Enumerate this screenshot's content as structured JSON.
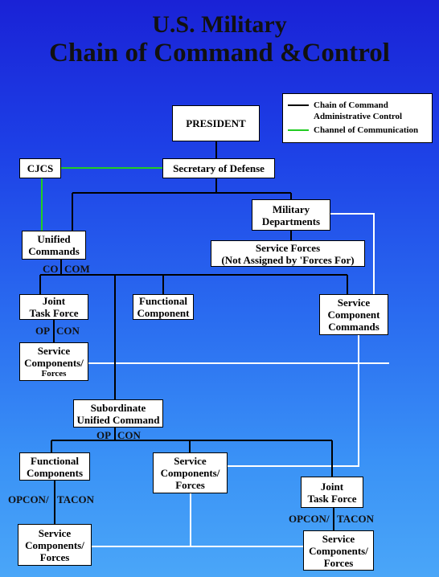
{
  "title": {
    "line1": "U.S. Military",
    "line2": "Chain of Command &Control"
  },
  "legend": {
    "items": [
      {
        "label": "Chain of Command",
        "color": "#000000"
      },
      {
        "label": "Administrative Control",
        "color": ""
      },
      {
        "label": "Channel of Communication",
        "color": "#22cc22"
      }
    ]
  },
  "nodes": {
    "president": "PRESIDENT",
    "cjcs": "CJCS",
    "secdef": "Secretary of Defense",
    "military_departments": [
      "Military",
      "Departments"
    ],
    "unified_commands": [
      "Unified",
      "Commands"
    ],
    "service_forces_unassigned": [
      "Service Forces",
      "(Not Assigned by 'Forces For)"
    ],
    "jtf_1": [
      "Joint",
      "Task Force"
    ],
    "functional_component": [
      "Functional",
      "Component"
    ],
    "service_component_commands": [
      "Service",
      "Component",
      "Commands"
    ],
    "service_components_forces_1": [
      "Service",
      "Components/",
      "Forces"
    ],
    "subordinate_unified_command": [
      "Subordinate",
      "Unified Command"
    ],
    "functional_components": [
      "Functional",
      "Components"
    ],
    "service_components_forces_2": [
      "Service",
      "Components/",
      "Forces"
    ],
    "jtf_2": [
      "Joint",
      "Task Force"
    ],
    "service_components_forces_3": [
      "Service",
      "Components/",
      "Forces"
    ],
    "service_components_forces_4": [
      "Service",
      "Components/",
      "Forces"
    ]
  },
  "relationship_labels": {
    "cocom": [
      "CO",
      "COM"
    ],
    "opcon_1": [
      "OP",
      "CON"
    ],
    "opcon_2": [
      "OP",
      "CON"
    ],
    "opcon_tacon_1": [
      "OPCON/",
      "TACON"
    ],
    "opcon_tacon_2": [
      "OPCON/",
      "TACON"
    ]
  },
  "colors": {
    "chain_of_command": "#000000",
    "administrative_control": "#ffffff",
    "channel_of_communication": "#22cc22",
    "background_top": "#1a22d6",
    "background_bottom": "#4aa6f8"
  }
}
